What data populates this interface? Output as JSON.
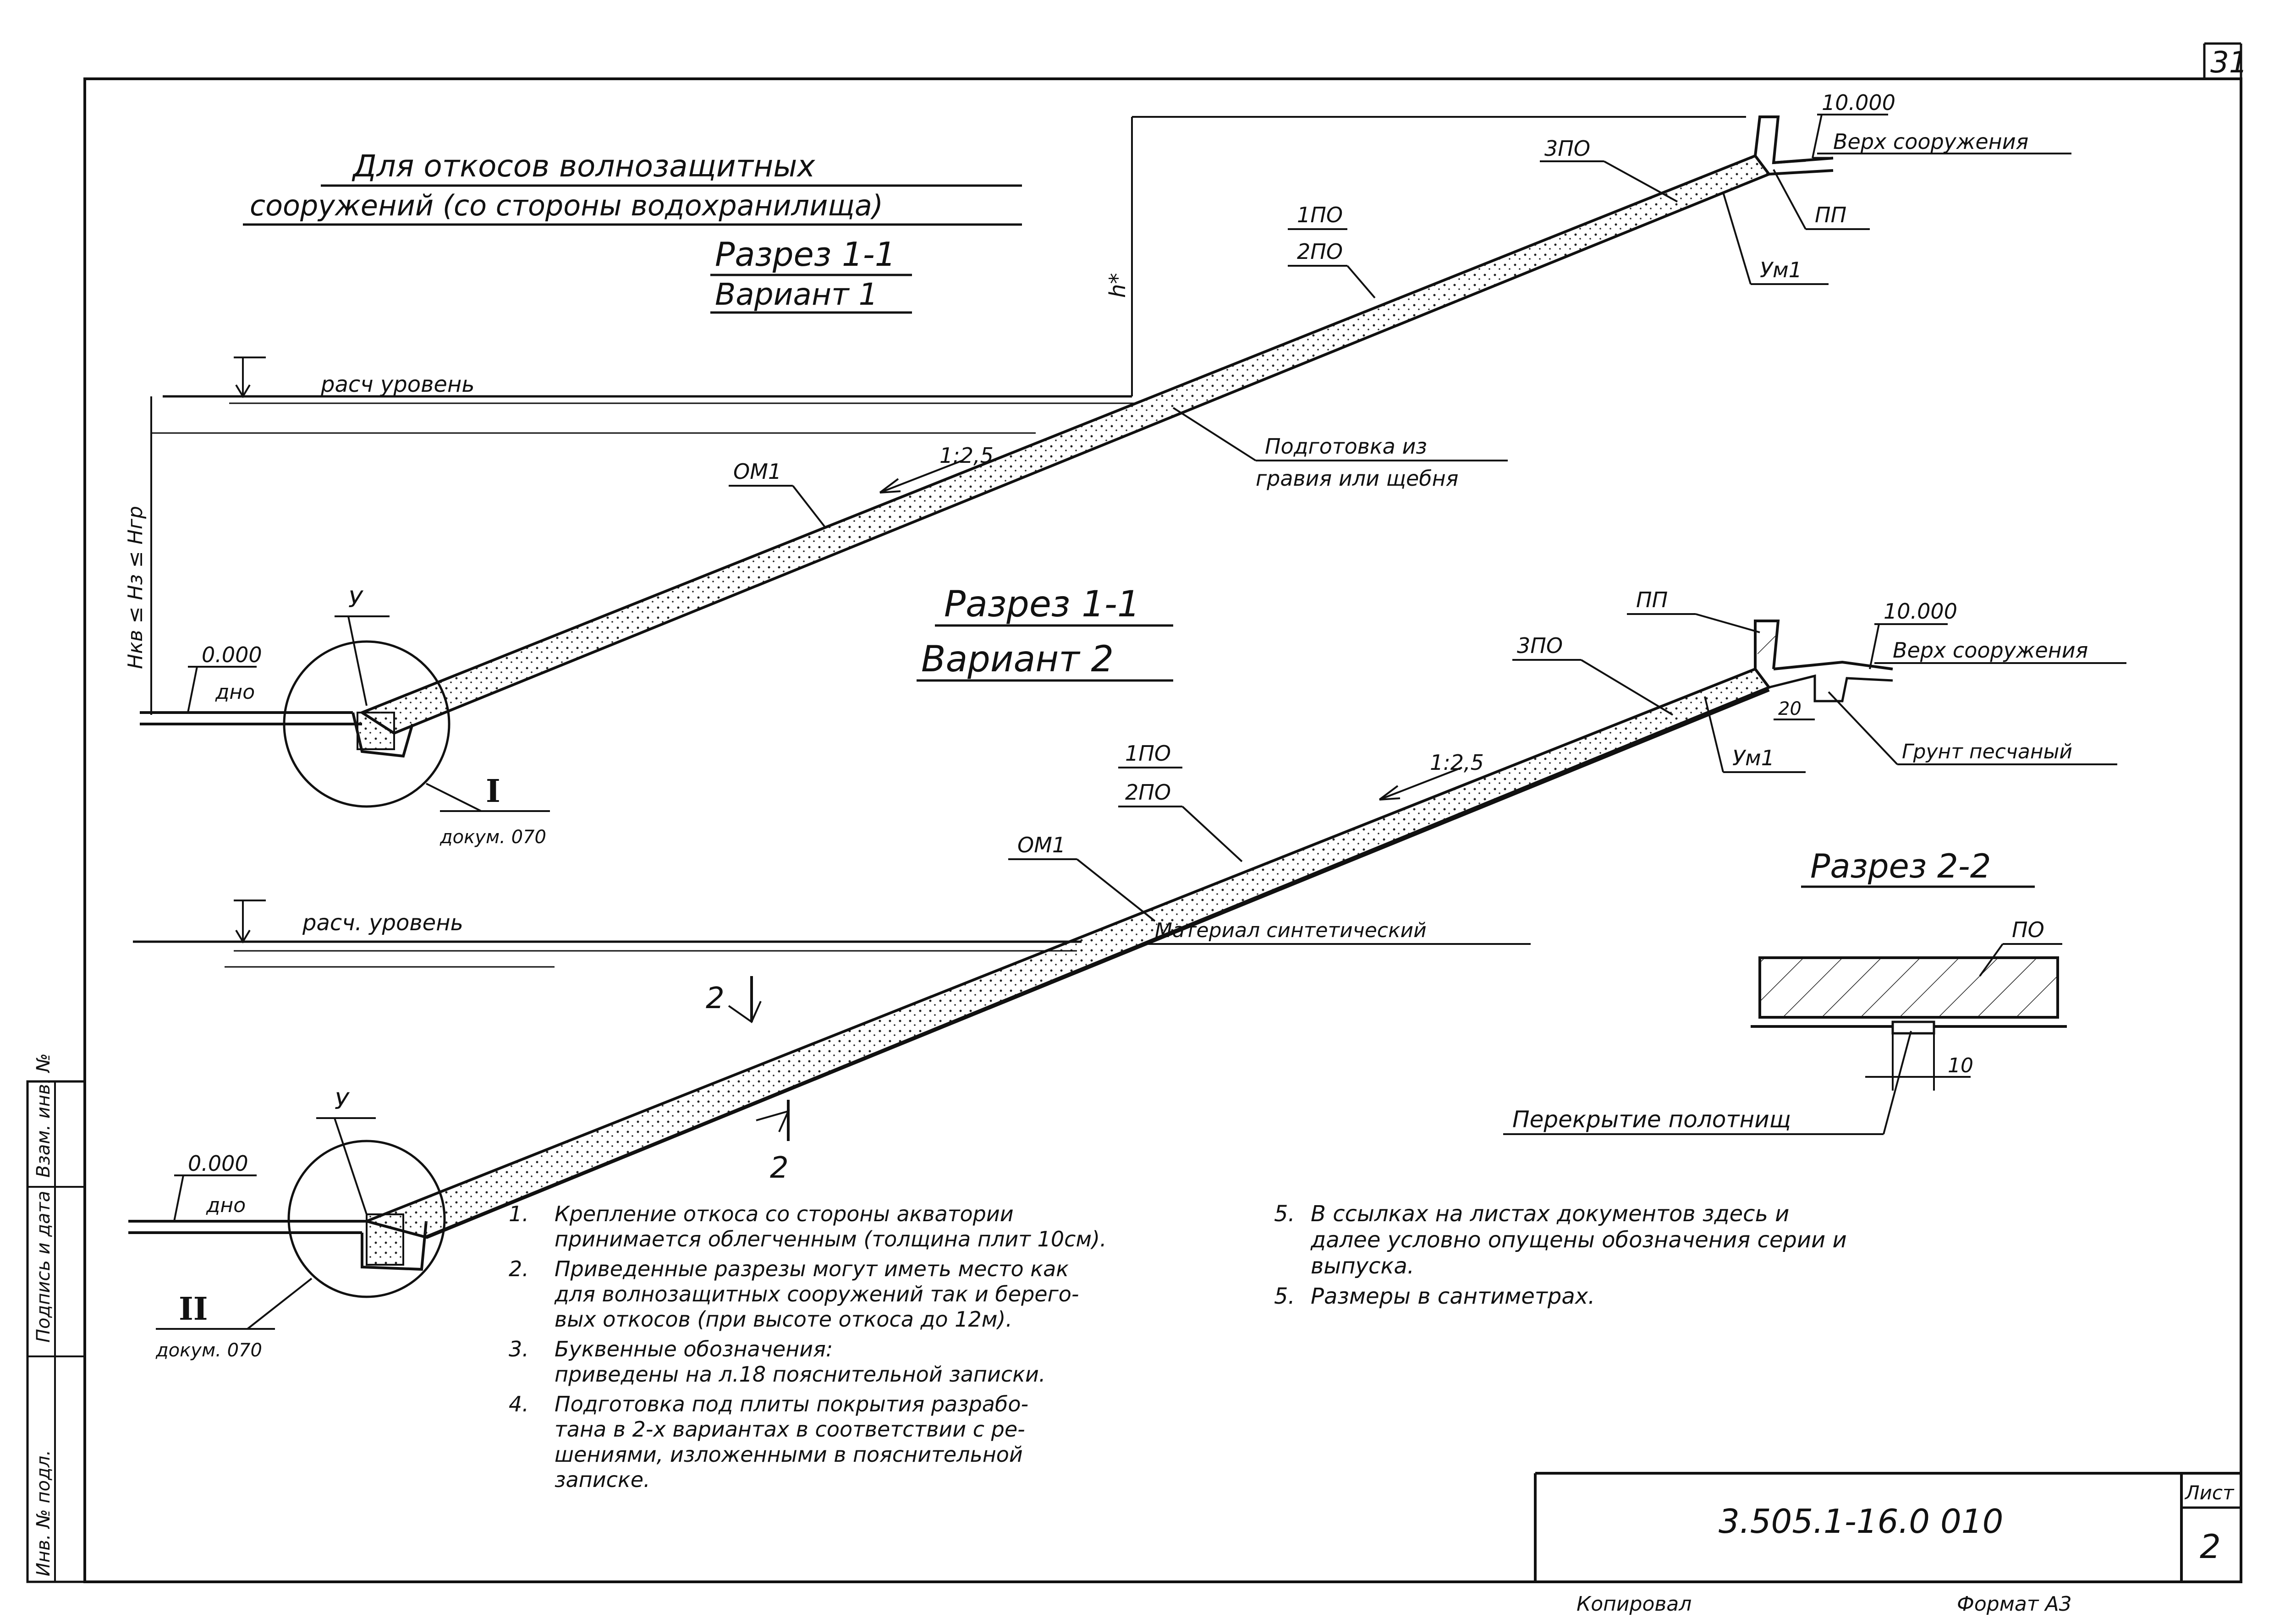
{
  "page_number": "31",
  "title_line1": "Для откосов волнозащитных",
  "title_line2": "сооружений (со стороны водохранилища)",
  "section_top": {
    "name": "Разрез 1-1",
    "variant": "Вариант 1"
  },
  "section_mid": {
    "name": "Разрез 1-1",
    "variant": "Вариант 2"
  },
  "section_22": {
    "name": "Разрез 2-2"
  },
  "labels": {
    "level_top": "10.000",
    "crest_top": "Верх сооружения",
    "level_mid": "10.000",
    "crest_mid": "Верх сооружения",
    "zero_top": "0.000",
    "dno_top": "дно",
    "zero_bot": "0.000",
    "dno_bot": "дно",
    "calc_level_top": "расч уровень",
    "calc_level_bot": "расч. уровень",
    "h_star": "h*",
    "h_range": "Hкв ≤ Hз ≤ Hгр",
    "slope_top": "1:2,5",
    "slope_bot": "1:2,5",
    "p3po_top": "3ПО",
    "p1po_top": "1ПО",
    "p2po_top": "2ПО",
    "pp_top": "ПП",
    "um1_top": "Ум1",
    "om1_top": "ОМ1",
    "prep_line1": "Подготовка из",
    "prep_line2": "гравия или щебня",
    "y_top": "У",
    "node1": "I",
    "node1_doc": "докум. 070",
    "pp_mid": "ПП",
    "p3po_mid": "3ПО",
    "num20": "20",
    "um1_mid": "Ум1",
    "sand": "Грунт песчаный",
    "p1po_mid": "1ПО",
    "p2po_mid": "2ПО",
    "om1_mid": "ОМ1",
    "synthetic": "Материал синтетический",
    "cut2a": "2",
    "cut2b": "2",
    "y_bot": "У",
    "node2": "II",
    "node2_doc": "докум. 070",
    "po": "ПО",
    "num10": "10",
    "overlap": "Перекрытие полотнищ"
  },
  "notes_left": [
    {
      "num": "1.",
      "lines": [
        "Крепление откоса со стороны акватории",
        "принимается облегченным (толщина плит 10см)."
      ]
    },
    {
      "num": "2.",
      "lines": [
        "Приведенные разрезы могут иметь место как",
        "для волнозащитных сооружений так и берего-",
        "вых откосов (при высоте откоса до 12м)."
      ]
    },
    {
      "num": "3.",
      "lines": [
        "Буквенные обозначения:",
        "приведены на л.18 пояснительной записки."
      ]
    },
    {
      "num": "4.",
      "lines": [
        "Подготовка под плиты покрытия разрабо-",
        "тана в 2-х вариантах в соответствии с ре-",
        "шениями, изложенными в пояснительной",
        "записке."
      ]
    }
  ],
  "notes_right": [
    {
      "num": "5.",
      "lines": [
        "В ссылках на листах документов здесь и",
        "далее условно опущены обозначения серии и",
        "выпуска."
      ]
    },
    {
      "num": "5.",
      "lines": [
        "Размеры в сантиметрах."
      ]
    }
  ],
  "side_stamp": [
    "Взам. инв. №",
    "Подпись и дата",
    "Инв. № подл."
  ],
  "doc_code": "3.505.1-16.0  010",
  "sheet_label": "Лист",
  "sheet_num": "2",
  "copied": "Копировал",
  "format": "Формат А3"
}
